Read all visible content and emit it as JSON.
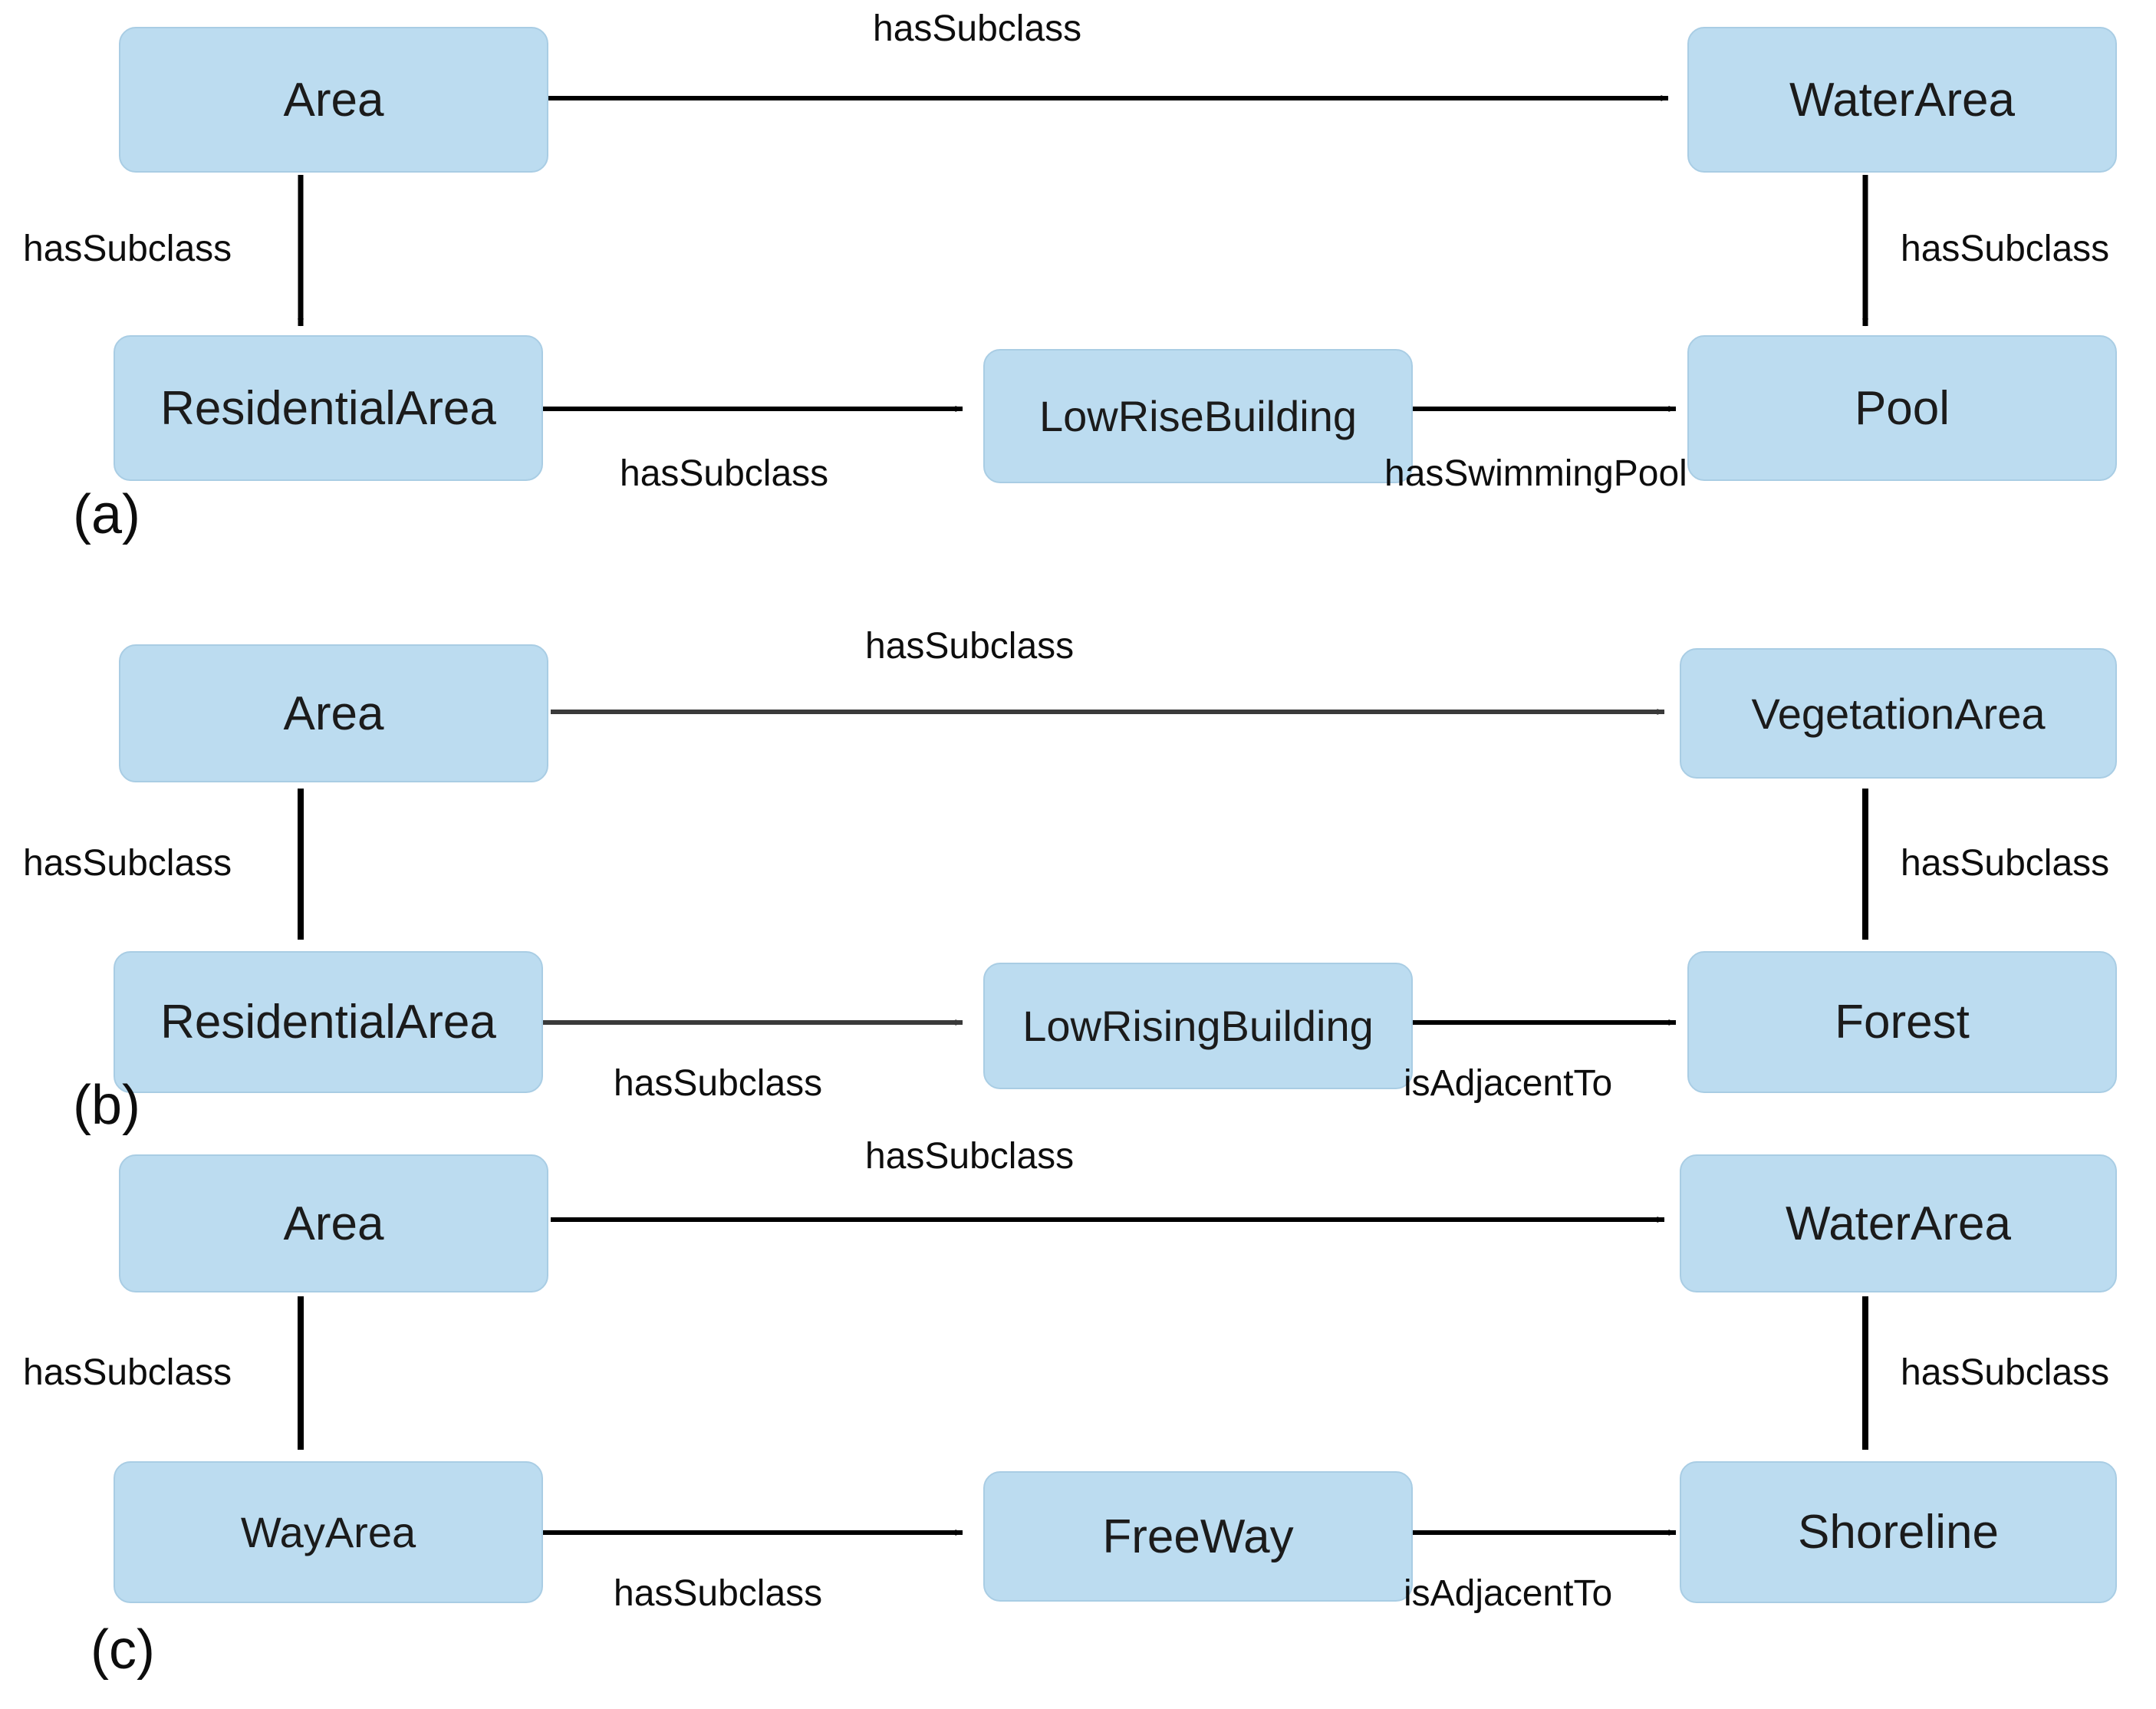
{
  "figure": {
    "panels": [
      {
        "id": "a",
        "label": "(a)",
        "nodes": [
          {
            "id": "a-area",
            "label": "Area"
          },
          {
            "id": "a-waterarea",
            "label": "WaterArea"
          },
          {
            "id": "a-residentialarea",
            "label": "ResidentialArea"
          },
          {
            "id": "a-lowrisebuilding",
            "label": "LowRiseBuilding"
          },
          {
            "id": "a-pool",
            "label": "Pool"
          }
        ],
        "edges": [
          {
            "id": "a-e1",
            "from": "a-area",
            "to": "a-waterarea",
            "label": "hasSubclass"
          },
          {
            "id": "a-e2",
            "from": "a-area",
            "to": "a-residentialarea",
            "label": "hasSubclass"
          },
          {
            "id": "a-e3",
            "from": "a-waterarea",
            "to": "a-pool",
            "label": "hasSubclass"
          },
          {
            "id": "a-e4",
            "from": "a-residentialarea",
            "to": "a-lowrisebuilding",
            "label": "hasSubclass"
          },
          {
            "id": "a-e5",
            "from": "a-lowrisebuilding",
            "to": "a-pool",
            "label": "hasSwimmingPool"
          }
        ]
      },
      {
        "id": "b",
        "label": "(b)",
        "nodes": [
          {
            "id": "b-area",
            "label": "Area"
          },
          {
            "id": "b-vegetationarea",
            "label": "VegetationArea"
          },
          {
            "id": "b-residentialarea",
            "label": "ResidentialArea"
          },
          {
            "id": "b-lowrisingbuilding",
            "label": "LowRisingBuilding"
          },
          {
            "id": "b-forest",
            "label": "Forest"
          }
        ],
        "edges": [
          {
            "id": "b-e1",
            "from": "b-area",
            "to": "b-vegetationarea",
            "label": "hasSubclass"
          },
          {
            "id": "b-e2",
            "from": "b-area",
            "to": "b-residentialarea",
            "label": "hasSubclass"
          },
          {
            "id": "b-e3",
            "from": "b-vegetationarea",
            "to": "b-forest",
            "label": "hasSubclass"
          },
          {
            "id": "b-e4",
            "from": "b-residentialarea",
            "to": "b-lowrisingbuilding",
            "label": "hasSubclass"
          },
          {
            "id": "b-e5",
            "from": "b-lowrisingbuilding",
            "to": "b-forest",
            "label": "isAdjacentTo"
          }
        ]
      },
      {
        "id": "c",
        "label": "(c)",
        "nodes": [
          {
            "id": "c-area",
            "label": "Area"
          },
          {
            "id": "c-waterarea",
            "label": "WaterArea"
          },
          {
            "id": "c-wayarea",
            "label": "WayArea"
          },
          {
            "id": "c-freeway",
            "label": "FreeWay"
          },
          {
            "id": "c-shoreline",
            "label": "Shoreline"
          }
        ],
        "edges": [
          {
            "id": "c-e1",
            "from": "c-area",
            "to": "c-waterarea",
            "label": "hasSubclass"
          },
          {
            "id": "c-e2",
            "from": "c-area",
            "to": "c-wayarea",
            "label": "hasSubclass"
          },
          {
            "id": "c-e3",
            "from": "c-waterarea",
            "to": "c-shoreline",
            "label": "hasSubclass"
          },
          {
            "id": "c-e4",
            "from": "c-wayarea",
            "to": "c-freeway",
            "label": "hasSubclass"
          },
          {
            "id": "c-e5",
            "from": "c-freeway",
            "to": "c-shoreline",
            "label": "isAdjacentTo"
          }
        ]
      }
    ],
    "colors": {
      "node_fill": "#bcdcf0",
      "node_border": "#a9cde4",
      "arrow": "#000000",
      "text": "#0d0d0d",
      "background": "#ffffff"
    }
  }
}
